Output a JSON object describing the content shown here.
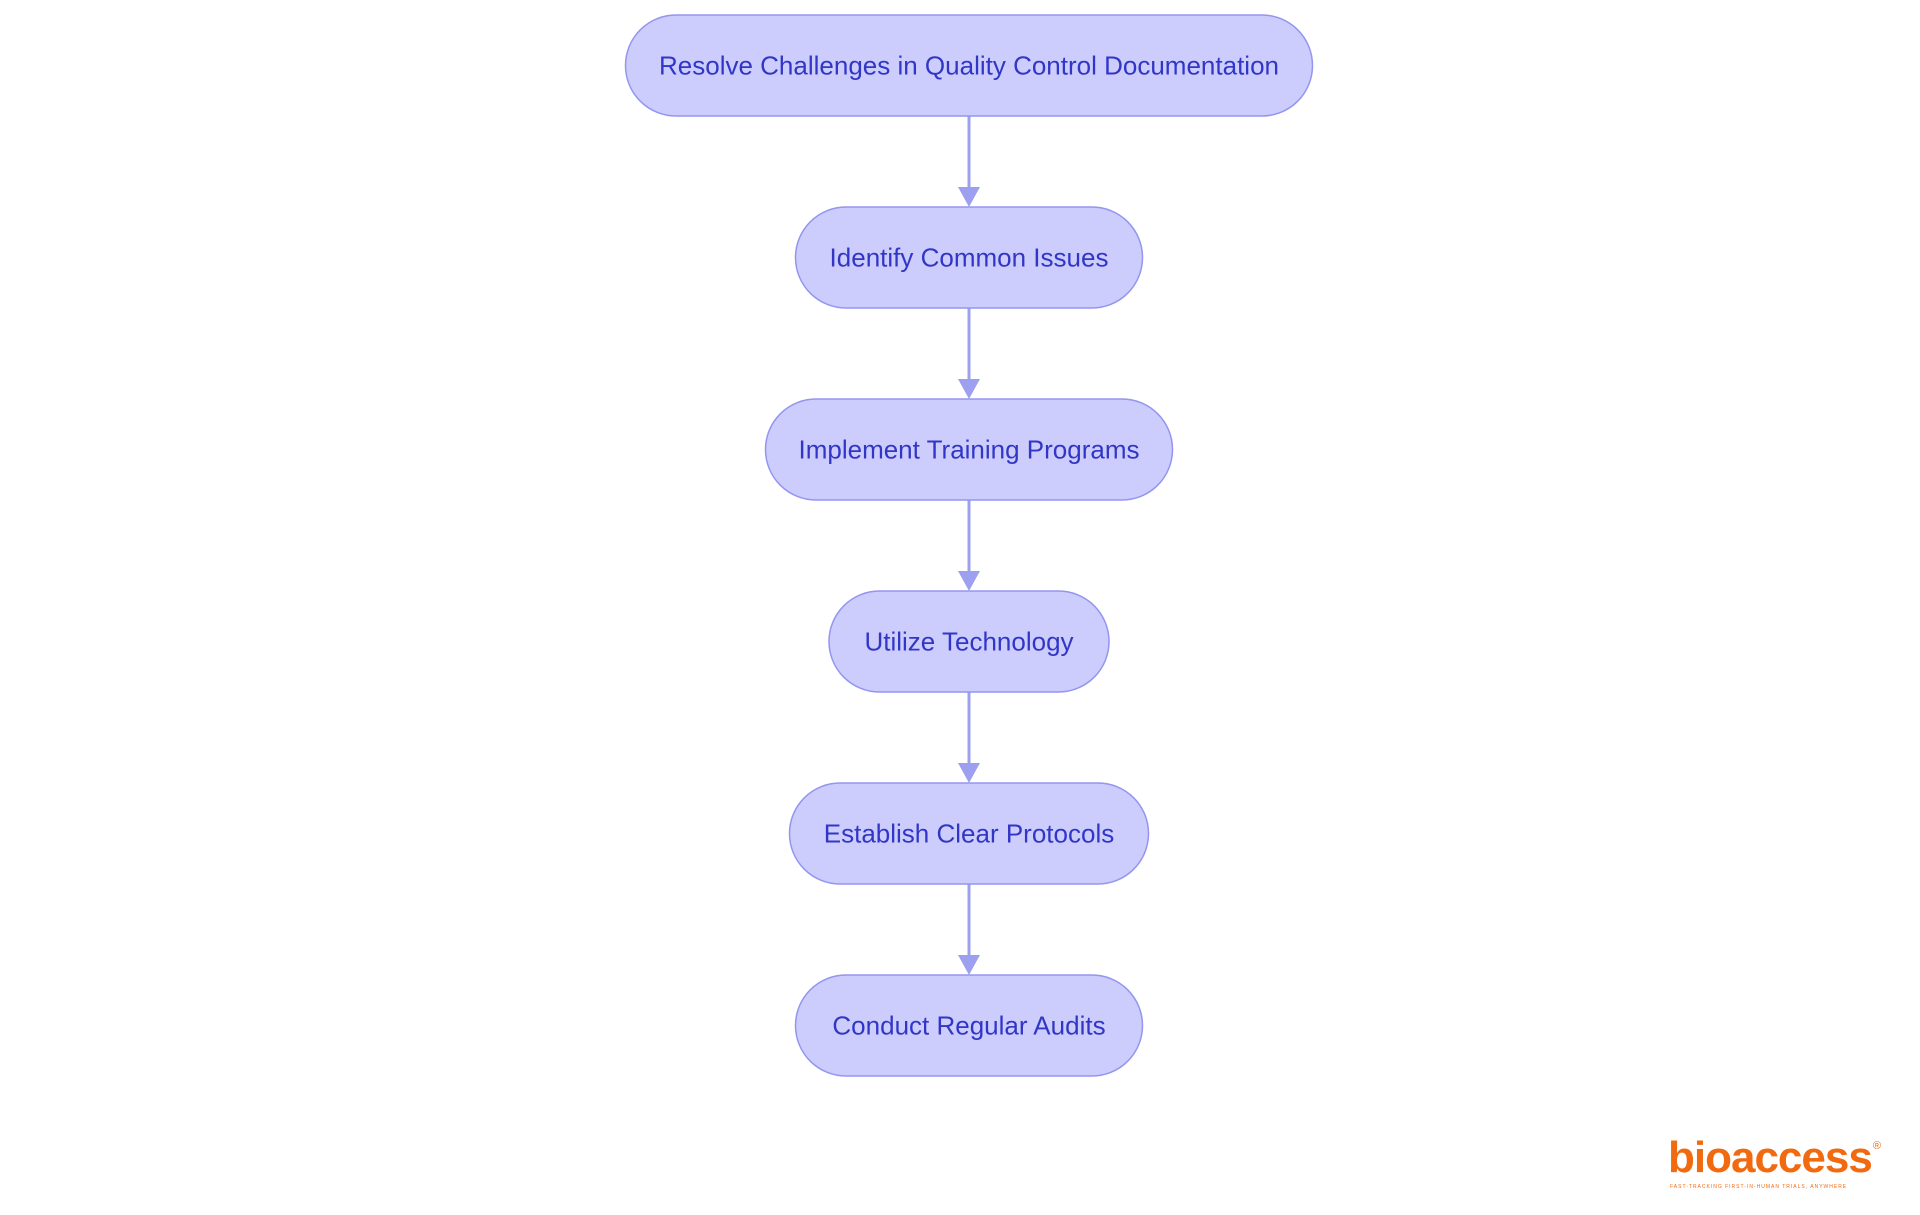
{
  "diagram": {
    "type": "flowchart",
    "direction": "top-to-bottom",
    "nodes": [
      {
        "id": "n1",
        "label": "Resolve Challenges in Quality Control Documentation"
      },
      {
        "id": "n2",
        "label": "Identify Common Issues"
      },
      {
        "id": "n3",
        "label": "Implement Training Programs"
      },
      {
        "id": "n4",
        "label": "Utilize Technology"
      },
      {
        "id": "n5",
        "label": "Establish Clear Protocols"
      },
      {
        "id": "n6",
        "label": "Conduct Regular Audits"
      }
    ],
    "edges": [
      {
        "from": "n1",
        "to": "n2"
      },
      {
        "from": "n2",
        "to": "n3"
      },
      {
        "from": "n3",
        "to": "n4"
      },
      {
        "from": "n4",
        "to": "n5"
      },
      {
        "from": "n5",
        "to": "n6"
      }
    ],
    "colors": {
      "node_fill": "#cccdfd",
      "node_stroke": "#9395ef",
      "node_text": "#3236c6",
      "edge": "#9da0ee"
    }
  },
  "logo": {
    "text": "bioaccess",
    "registered_mark": "®",
    "tagline": "FAST-TRACKING FIRST-IN-HUMAN TRIALS, ANYWHERE",
    "color": "#f26a0f"
  }
}
